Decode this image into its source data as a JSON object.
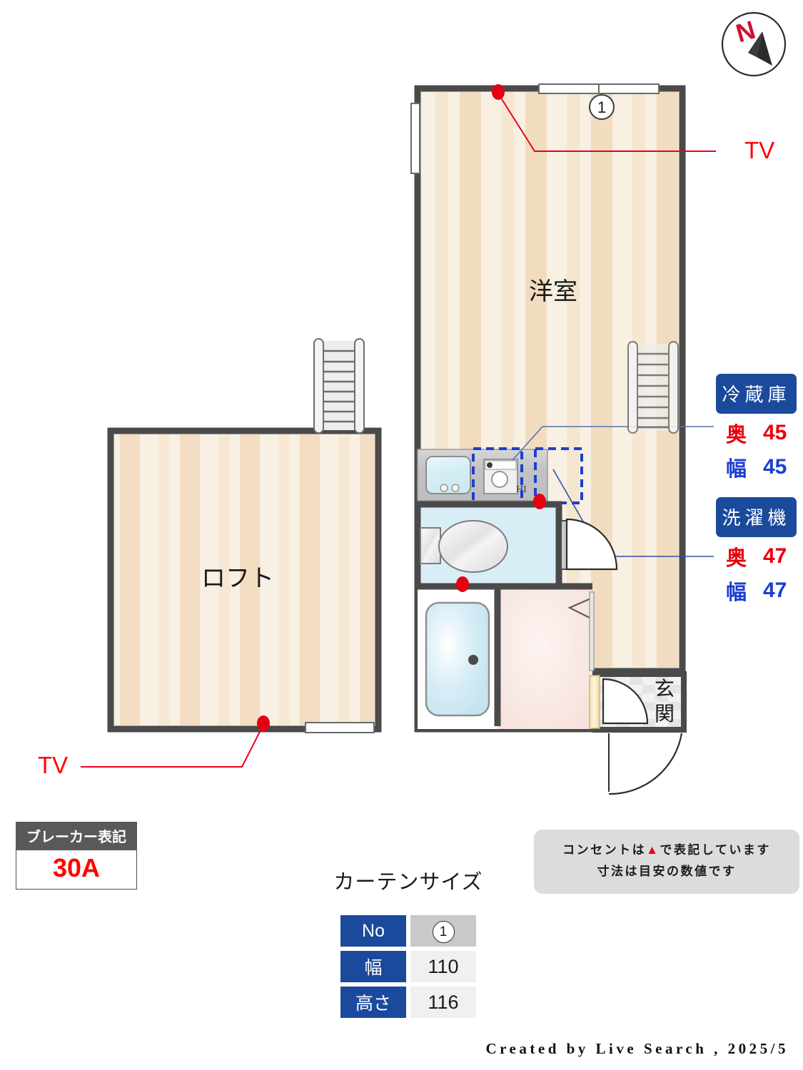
{
  "rooms": {
    "main": "洋室",
    "loft": "ロフト",
    "entrance": "玄関",
    "stove_label": "HI"
  },
  "appliances": [
    {
      "title": "冷蔵庫",
      "depth_label": "奥",
      "depth_value": "45",
      "width_label": "幅",
      "width_value": "45"
    },
    {
      "title": "洗濯機",
      "depth_label": "奥",
      "depth_value": "47",
      "width_label": "幅",
      "width_value": "47"
    }
  ],
  "tv_outlets": [
    {
      "label": "TV"
    },
    {
      "label": "TV"
    }
  ],
  "window_markers": [
    {
      "number": "1"
    }
  ],
  "breaker": {
    "header": "ブレーカー表記",
    "value": "30A"
  },
  "note": {
    "line1_pre": "コンセントは",
    "line1_symbol": "▲",
    "line1_post": "で表記しています",
    "line2": "寸法は目安の数値です"
  },
  "curtain": {
    "title": "カーテンサイズ",
    "rows": [
      {
        "header": "No",
        "value": "1"
      },
      {
        "header": "幅",
        "value": "110"
      },
      {
        "header": "高さ",
        "value": "116"
      }
    ]
  },
  "compass": {
    "north_letter": "N"
  },
  "footer": {
    "credit": "Created by Live Search , 2025/5"
  },
  "colors": {
    "accent_blue": "#1b4a9c",
    "red": "#e8000d",
    "blue_text": "#1b3fd0",
    "wall": "#4a4a4a",
    "floor_light": "#f7ecdb",
    "floor_dark": "#f2dcc1"
  }
}
